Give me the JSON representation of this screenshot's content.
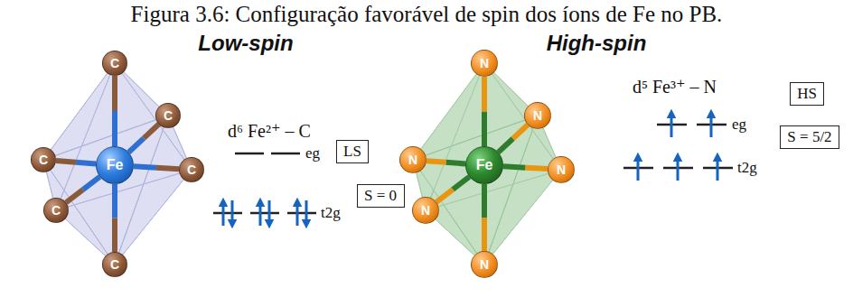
{
  "diagram": {
    "title": "Figura 3.6: Configuração favorável de spin dos íons de Fe no PB.",
    "nodes": [
      {
        "text": [
          "Fe"
        ]
      },
      {
        "text": [
          "C"
        ]
      },
      {
        "text": [
          "C"
        ]
      },
      {
        "text": [
          "C"
        ]
      },
      {
        "text": [
          "C"
        ]
      },
      {
        "text": [
          "C"
        ]
      },
      {
        "text": [
          "C"
        ]
      },
      {
        "text": [
          "LS"
        ]
      },
      {
        "text": [
          "S = 0"
        ]
      },
      {
        "text": [
          "Fe"
        ]
      },
      {
        "text": [
          "N"
        ]
      },
      {
        "text": [
          "N"
        ]
      },
      {
        "text": [
          "N"
        ]
      },
      {
        "text": [
          "N"
        ]
      },
      {
        "text": [
          "N"
        ]
      },
      {
        "text": [
          "N"
        ]
      },
      {
        "text": [
          "HS"
        ]
      },
      {
        "text": [
          "S = 5/2"
        ]
      }
    ],
    "edges": [
      {
        "from": 0,
        "to": 1,
        "arrow": "none"
      },
      {
        "from": 0,
        "to": 2,
        "arrow": "none"
      },
      {
        "from": 0,
        "to": 3,
        "arrow": "none"
      },
      {
        "from": 0,
        "to": 4,
        "arrow": "none"
      },
      {
        "from": 0,
        "to": 5,
        "arrow": "none"
      },
      {
        "from": 0,
        "to": 6,
        "arrow": "none"
      },
      {
        "from": 9,
        "to": 10,
        "arrow": "none"
      },
      {
        "from": 9,
        "to": 11,
        "arrow": "none"
      },
      {
        "from": 9,
        "to": 12,
        "arrow": "none"
      },
      {
        "from": 9,
        "to": 13,
        "arrow": "none"
      },
      {
        "from": 9,
        "to": 14,
        "arrow": "none"
      },
      {
        "from": 9,
        "to": 15,
        "arrow": "none"
      }
    ],
    "labels": [
      "Low-spin",
      "d⁶ Fe²⁺ – C",
      "eg",
      "t2g",
      "High-spin",
      "d⁵ Fe³⁺ – N",
      "eg",
      "t2g"
    ]
  }
}
